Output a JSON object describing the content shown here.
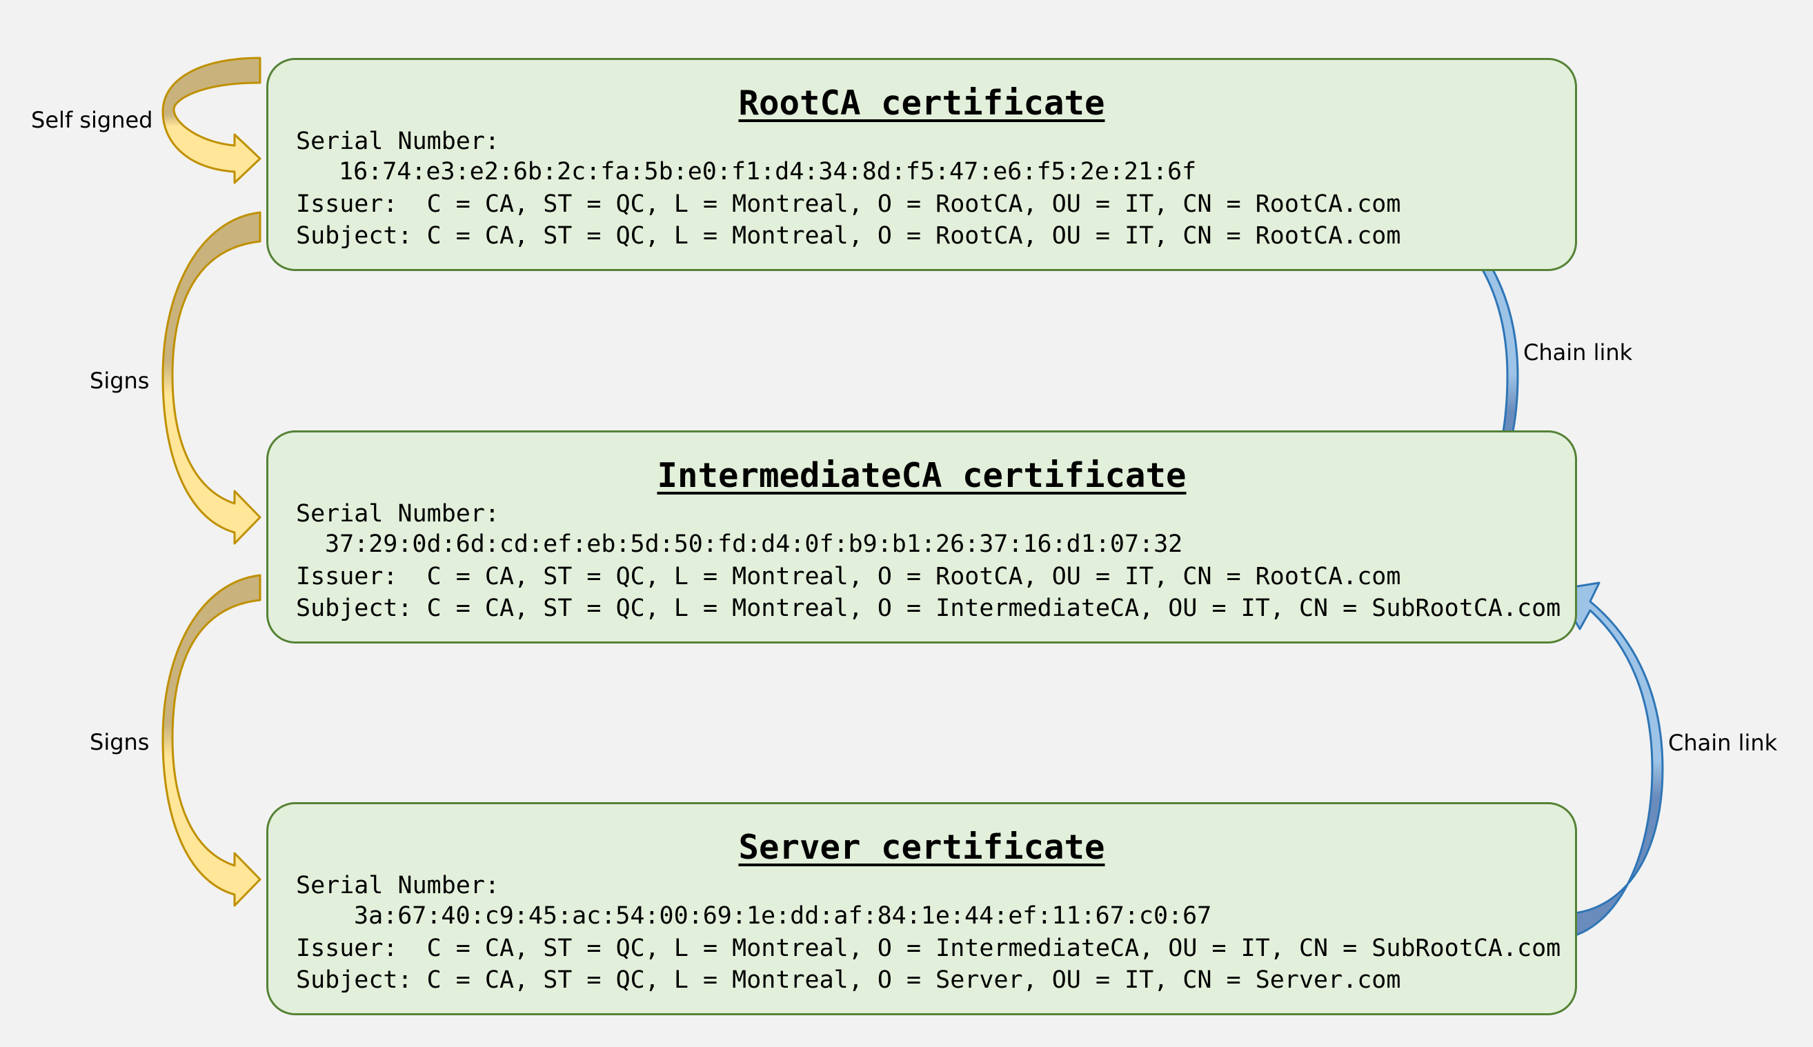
{
  "certificates": [
    {
      "title": "RootCA certificate",
      "serial_label": "Serial Number:",
      "serial": "16:74:e3:e2:6b:2c:fa:5b:e0:f1:d4:34:8d:f5:47:e6:f5:2e:21:6f",
      "issuer": "Issuer:  C = CA, ST = QC, L = Montreal, O = RootCA, OU = IT, CN = RootCA.com",
      "subject": "Subject: C = CA, ST = QC, L = Montreal, O = RootCA, OU = IT, CN = RootCA.com"
    },
    {
      "title": "IntermediateCA certificate",
      "serial_label": "Serial Number:",
      "serial": "37:29:0d:6d:cd:ef:eb:5d:50:fd:d4:0f:b9:b1:26:37:16:d1:07:32",
      "issuer": "Issuer:  C = CA, ST = QC, L = Montreal, O = RootCA, OU = IT, CN = RootCA.com",
      "subject": "Subject: C = CA, ST = QC, L = Montreal, O = IntermediateCA, OU = IT, CN = SubRootCA.com"
    },
    {
      "title": "Server certificate",
      "serial_label": "Serial Number:",
      "serial": "3a:67:40:c9:45:ac:54:00:69:1e:dd:af:84:1e:44:ef:11:67:c0:67",
      "issuer": "Issuer:  C = CA, ST = QC, L = Montreal, O = IntermediateCA, OU = IT, CN = SubRootCA.com",
      "subject": "Subject: C = CA, ST = QC, L = Montreal, O = Server, OU = IT, CN = Server.com"
    }
  ],
  "labels": {
    "self_signed": "Self signed",
    "signs_1": "Signs",
    "signs_2": "Signs",
    "chain_link_1": "Chain link",
    "chain_link_2": "Chain link"
  },
  "colors": {
    "background": "#f2f2f2",
    "box_fill": "#e2efda",
    "box_border": "#548235",
    "sign_arrow_light": "#ffe699",
    "sign_arrow_dark": "#c9b27c",
    "sign_arrow_border": "#bf9000",
    "chain_arrow_light": "#9dc3e6",
    "chain_arrow_dark": "#6a8cbc",
    "chain_arrow_border": "#2e75b6"
  }
}
